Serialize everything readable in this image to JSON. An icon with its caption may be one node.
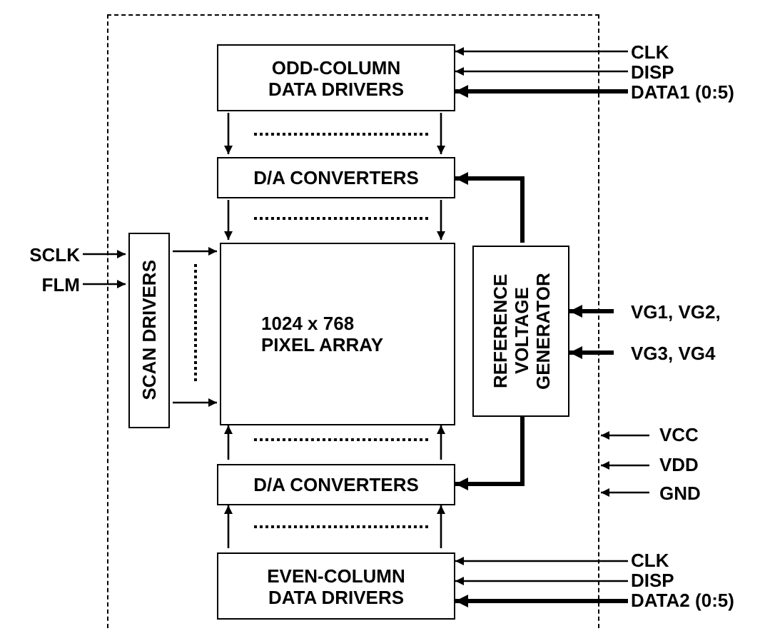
{
  "diagram": {
    "nodes": [
      {
        "text": [],
        "shape": "box"
      },
      {
        "text": [
          "ODD-COLUMN DATA DRIVERS"
        ],
        "in": 0
      },
      {
        "text": [
          "D/A CONVERTERS"
        ],
        "in": 0
      },
      {
        "text": [
          "SCAN DRIVERS"
        ],
        "in": 0
      },
      {
        "text": [
          "1024 x 768 PIXEL ARRAY"
        ],
        "in": 0
      },
      {
        "text": [
          "REFERENCE VOLTAGE GENERATOR"
        ],
        "in": 0
      },
      {
        "text": [
          "D/A CONVERTERS"
        ],
        "in": 0
      },
      {
        "text": [
          "EVEN-COLUMN DATA DRIVERS"
        ],
        "in": 0
      },
      {
        "text": [
          "CLK"
        ]
      },
      {
        "text": [
          "DISP"
        ]
      },
      {
        "text": [
          "DATA1 (0:5)"
        ]
      },
      {
        "text": [
          "SCLK"
        ]
      },
      {
        "text": [
          "FLM"
        ]
      },
      {
        "text": [
          "VG1, VG2,"
        ]
      },
      {
        "text": [
          "VG3, VG4"
        ]
      },
      {
        "text": [
          "VCC"
        ]
      },
      {
        "text": [
          "VDD"
        ]
      },
      {
        "text": [
          "GND"
        ]
      },
      {
        "text": [
          "CLK"
        ]
      },
      {
        "text": [
          "DISP"
        ]
      },
      {
        "text": [
          "DATA2 (0:5)"
        ]
      }
    ],
    "edges": [
      {
        "from": 8,
        "to": 1,
        "arrow": "to"
      },
      {
        "from": 9,
        "to": 1,
        "arrow": "to"
      },
      {
        "from": 10,
        "to": 1,
        "arrow": "to",
        "style": "thick"
      },
      {
        "from": 1,
        "to": 2,
        "arrow": "to"
      },
      {
        "from": 1,
        "to": 2,
        "arrow": "to"
      },
      {
        "from": 2,
        "to": 4,
        "arrow": "to"
      },
      {
        "from": 2,
        "to": 4,
        "arrow": "to"
      },
      {
        "from": 11,
        "to": 3,
        "arrow": "to"
      },
      {
        "from": 12,
        "to": 3,
        "arrow": "to"
      },
      {
        "from": 3,
        "to": 4,
        "arrow": "to"
      },
      {
        "from": 3,
        "to": 4,
        "arrow": "to"
      },
      {
        "from": 5,
        "to": 2,
        "arrow": "to",
        "style": "thick"
      },
      {
        "from": 5,
        "to": 6,
        "arrow": "to",
        "style": "thick"
      },
      {
        "from": 13,
        "to": 5,
        "arrow": "to",
        "style": "thick"
      },
      {
        "from": 14,
        "to": 5,
        "arrow": "to",
        "style": "thick"
      },
      {
        "from": 15,
        "to": 0,
        "arrow": "to"
      },
      {
        "from": 16,
        "to": 0,
        "arrow": "to"
      },
      {
        "from": 17,
        "to": 0,
        "arrow": "to"
      },
      {
        "from": 6,
        "to": 4,
        "arrow": "to"
      },
      {
        "from": 6,
        "to": 4,
        "arrow": "to"
      },
      {
        "from": 7,
        "to": 6,
        "arrow": "to"
      },
      {
        "from": 7,
        "to": 6,
        "arrow": "to"
      },
      {
        "from": 18,
        "to": 7,
        "arrow": "to"
      },
      {
        "from": 19,
        "to": 7,
        "arrow": "to"
      },
      {
        "from": 20,
        "to": 7,
        "arrow": "to",
        "style": "thick"
      }
    ]
  }
}
